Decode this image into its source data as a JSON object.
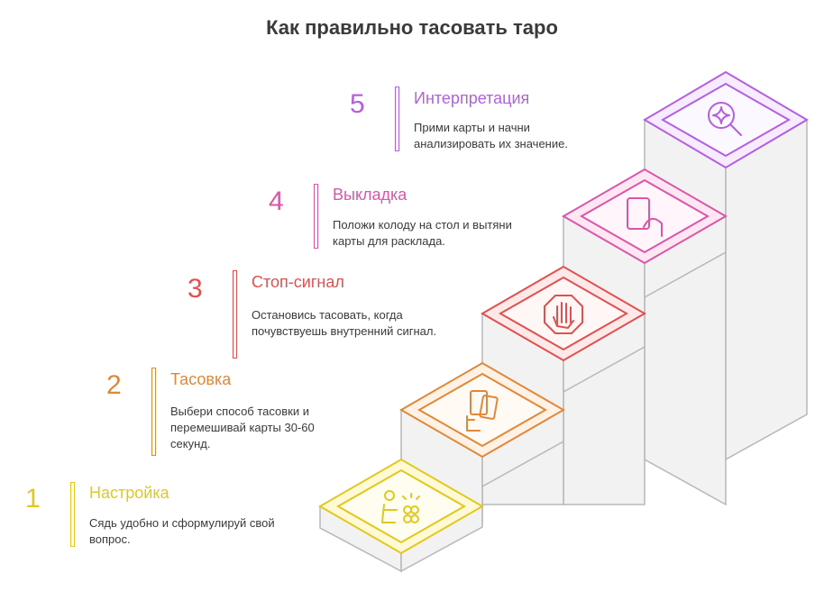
{
  "title": "Как правильно тасовать таро",
  "steps": [
    {
      "number": "1",
      "heading": "Настройка",
      "description": "Сядь удобно и сформулируй свой вопрос.",
      "color": "#e0c91c",
      "icon": "person-meditating-icon"
    },
    {
      "number": "2",
      "heading": "Тасовка",
      "description": "Выбери способ тасовки и перемешивай карты 30-60 секунд.",
      "color": "#e0883a",
      "icon": "hand-holding-cards-icon"
    },
    {
      "number": "3",
      "heading": "Стоп-сигнал",
      "description": "Остановись тасовать, когда почувствуешь внутренний сигнал.",
      "color": "#e05050",
      "icon": "stop-hand-icon"
    },
    {
      "number": "4",
      "heading": "Выкладка",
      "description": "Положи колоду на стол и вытяни карты для расклада.",
      "color": "#d956a8",
      "icon": "card-spread-icon"
    },
    {
      "number": "5",
      "heading": "Интерпретация",
      "description": "Прими карты и начни анализировать их значение.",
      "color": "#b45fe0",
      "icon": "magnifier-sparkle-icon"
    }
  ]
}
